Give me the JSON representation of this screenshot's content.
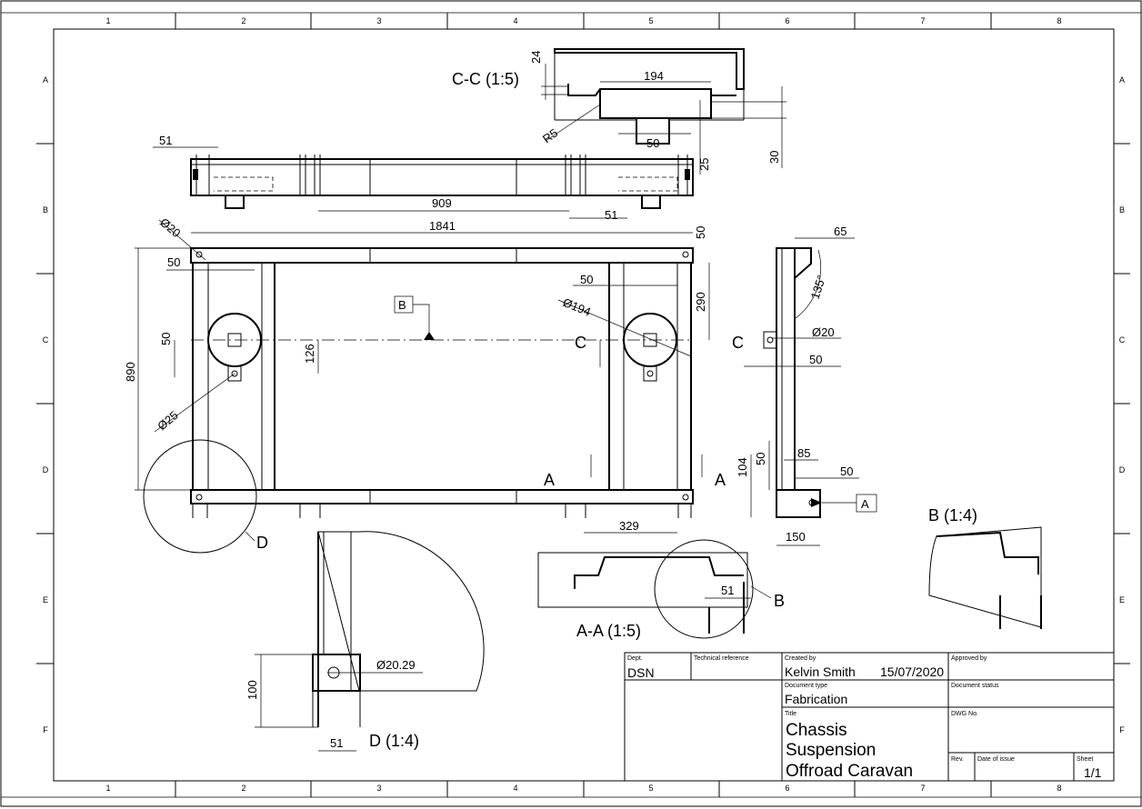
{
  "grid": {
    "columns": [
      "1",
      "2",
      "3",
      "4",
      "5",
      "6",
      "7",
      "8"
    ],
    "rows": [
      "A",
      "B",
      "C",
      "D",
      "E",
      "F"
    ]
  },
  "views": {
    "section_cc": "C-C (1:5)",
    "section_aa": "A-A (1:5)",
    "detail_b": "B (1:4)",
    "detail_d": "D (1:4)",
    "detail_b_marker": "B",
    "detail_d_marker": "D",
    "cut_a": "A",
    "cut_c": "C",
    "datum_a": "A",
    "datum_b": "B"
  },
  "dimensions": {
    "d24": "24",
    "d194_cc": "194",
    "r5": "R5",
    "d50_cc": "50",
    "d25": "25",
    "d30": "30",
    "d51_side": "51",
    "d909": "909",
    "d51_side2": "51",
    "d1841": "1841",
    "d50_top": "50",
    "o20_corner": "Ø20",
    "d50_left": "50",
    "d50_right": "50",
    "o194": "Ø194",
    "d290": "290",
    "d890": "890",
    "d50_vert": "50",
    "d126": "126",
    "o25": "Ø25",
    "d65": "65",
    "a135": "135°",
    "o20_side": "Ø20",
    "d50_end": "50",
    "d104": "104",
    "d50_end2": "50",
    "d85": "85",
    "d50_end3": "50",
    "d150": "150",
    "d329": "329",
    "d51_aa": "51",
    "d100": "100",
    "o20_29": "Ø20.29",
    "d51_d": "51"
  },
  "title_block": {
    "dept_label": "Dept.",
    "dept": "DSN",
    "tech_ref_label": "Technical reference",
    "created_by_label": "Created by",
    "created_by": "Kelvin Smith",
    "created_date": "15/07/2020",
    "approved_by_label": "Approved by",
    "doc_type_label": "Document type",
    "doc_type": "Fabrication",
    "doc_status_label": "Document status",
    "title_label": "Title",
    "title_line1": "Chassis",
    "title_line2": "Suspension",
    "title_line3": "Offroad Caravan",
    "dwg_no_label": "DWG No.",
    "rev_label": "Rev.",
    "date_issue_label": "Date of issue",
    "sheet_label": "Sheet",
    "sheet": "1/1"
  }
}
